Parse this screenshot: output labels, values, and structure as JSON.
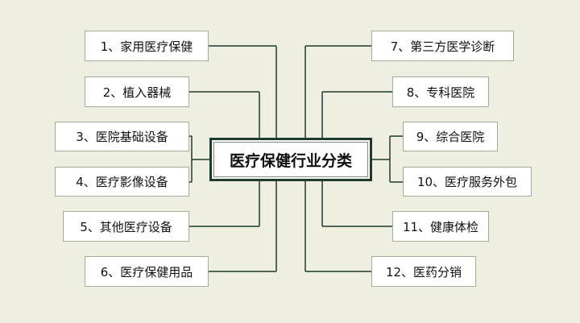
{
  "center": {
    "label": "医疗保健行业分类"
  },
  "left": [
    {
      "label": "1、家用医疗保健"
    },
    {
      "label": "2、植入器械"
    },
    {
      "label": "3、医院基础设备"
    },
    {
      "label": "4、医疗影像设备"
    },
    {
      "label": "5、其他医疗设备"
    },
    {
      "label": "6、医疗保健用品"
    }
  ],
  "right": [
    {
      "label": "7、第三方医学诊断"
    },
    {
      "label": "8、专科医院"
    },
    {
      "label": "9、综合医院"
    },
    {
      "label": "10、医疗服务外包"
    },
    {
      "label": "11、健康体检"
    },
    {
      "label": "12、医药分销"
    }
  ],
  "colors": {
    "background": "#efefe1",
    "line": "#1f3b2c",
    "node_border": "#a5aa97",
    "center_border": "#1e3b2b"
  }
}
